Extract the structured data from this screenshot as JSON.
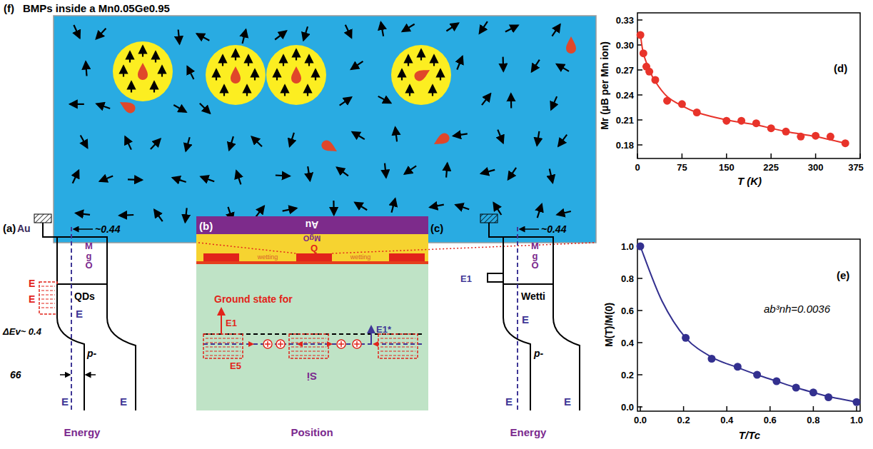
{
  "diagram": {
    "nodes": [
      {
        "text": [
          "Au"
        ]
      },
      {
        "text": [
          "MgO"
        ]
      },
      {
        "text": [
          "Q"
        ],
        "in": 1
      },
      {
        "text": [
          "Si"
        ]
      }
    ],
    "labels": [
      "(f)",
      "BMPs inside a Mn0.05Ge0.95",
      "(a)",
      "Au",
      "~0.44",
      "MgO",
      "E",
      "E",
      "QDs",
      "ΔEv~ 0.4",
      "E",
      "p-",
      "66",
      "E",
      "E",
      "Energy",
      "(b)",
      "Ground state for",
      "E1",
      "E5",
      "E1*",
      "Position",
      "wetting",
      "wetting",
      "(c)",
      "~0.44",
      "MgO",
      "E1",
      "Wetti",
      "E",
      "p-",
      "E",
      "E",
      "Energy",
      "(d)",
      "Mr (μB per Mn ion)",
      "0.33",
      "0.30",
      "0.27",
      "0.24",
      "0.21",
      "0.18",
      "0",
      "75",
      "150",
      "225",
      "300",
      "375",
      "T (K)",
      "(e)",
      "ab³nh=0.0036",
      "M(T)/M(0)",
      "1.0",
      "0.8",
      "0.6",
      "0.4",
      "0.2",
      "0.0",
      "0.0",
      "0.2",
      "0.4",
      "0.6",
      "0.8",
      "1.0",
      "T/Tc"
    ]
  }
}
